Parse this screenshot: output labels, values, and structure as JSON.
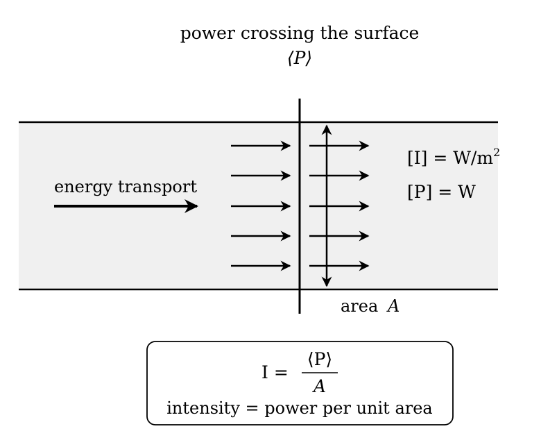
{
  "title": {
    "line1": "power crossing the surface",
    "line2": "⟨P⟩"
  },
  "transport_label": "energy transport",
  "units": {
    "intensity": {
      "left": "[I] = W/m",
      "sup": "2"
    },
    "power": "[P] = W"
  },
  "area_label": {
    "word": "area",
    "symbol": "A"
  },
  "formula": {
    "lhs": "I =",
    "numerator": "⟨P⟩",
    "denominator": "A",
    "caption": "intensity = power per unit area"
  },
  "colors": {
    "band": "#f0f0f0",
    "stroke": "#000000"
  }
}
